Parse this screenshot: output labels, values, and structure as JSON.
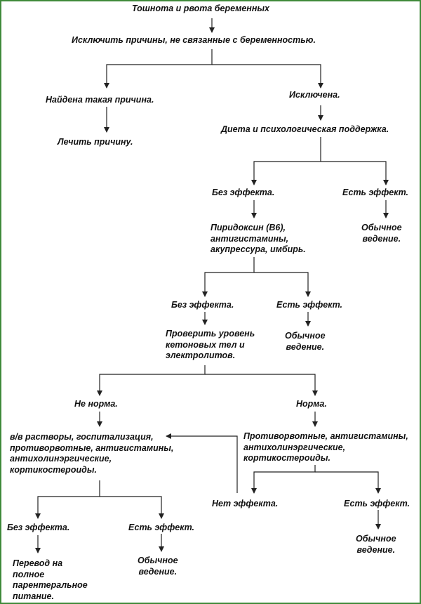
{
  "nodes": {
    "n1": "Тошнота и рвота беременных",
    "n2": "Исключить причины, не связанные с беременностью.",
    "n3": "Найдена такая причина.",
    "n4": "Исключена.",
    "n5": "Лечить причину.",
    "n6": "Диета и психологическая поддержка.",
    "n7": "Без эффекта.",
    "n8": "Есть эффект.",
    "n9": "Пиридоксин (В6),\nантигистамины,\nакупрессура, имбирь.",
    "n10": "Обычное\nведение.",
    "n11": "Без эффекта.",
    "n12": "Есть эффект.",
    "n13": "Проверить уровень\nкетоновых тел и\nэлектролитов.",
    "n14": "Обычное\nведение.",
    "n15": "Не норма.",
    "n16": "Норма.",
    "n17": "в/в растворы, госпитализация,\nпротиворвотные, антигистамины,\nантихолинэргические,\nкортикостероиды.",
    "n18": "Противорвотные, антигистамины,\nантихолинэргические,\nкортикостероиды.",
    "n19": "Без эффекта.",
    "n20": "Есть эффект.",
    "n21": "Нет эффекта.",
    "n22": "Есть эффект.",
    "n23": "Перевод на\nполное\nпарентеральное\nпитание.",
    "n24": "Обычное\nведение.",
    "n25": "Обычное\nведение."
  },
  "colors": {
    "border": "#3f8a3a",
    "line": "#222222",
    "text": "#111111"
  }
}
